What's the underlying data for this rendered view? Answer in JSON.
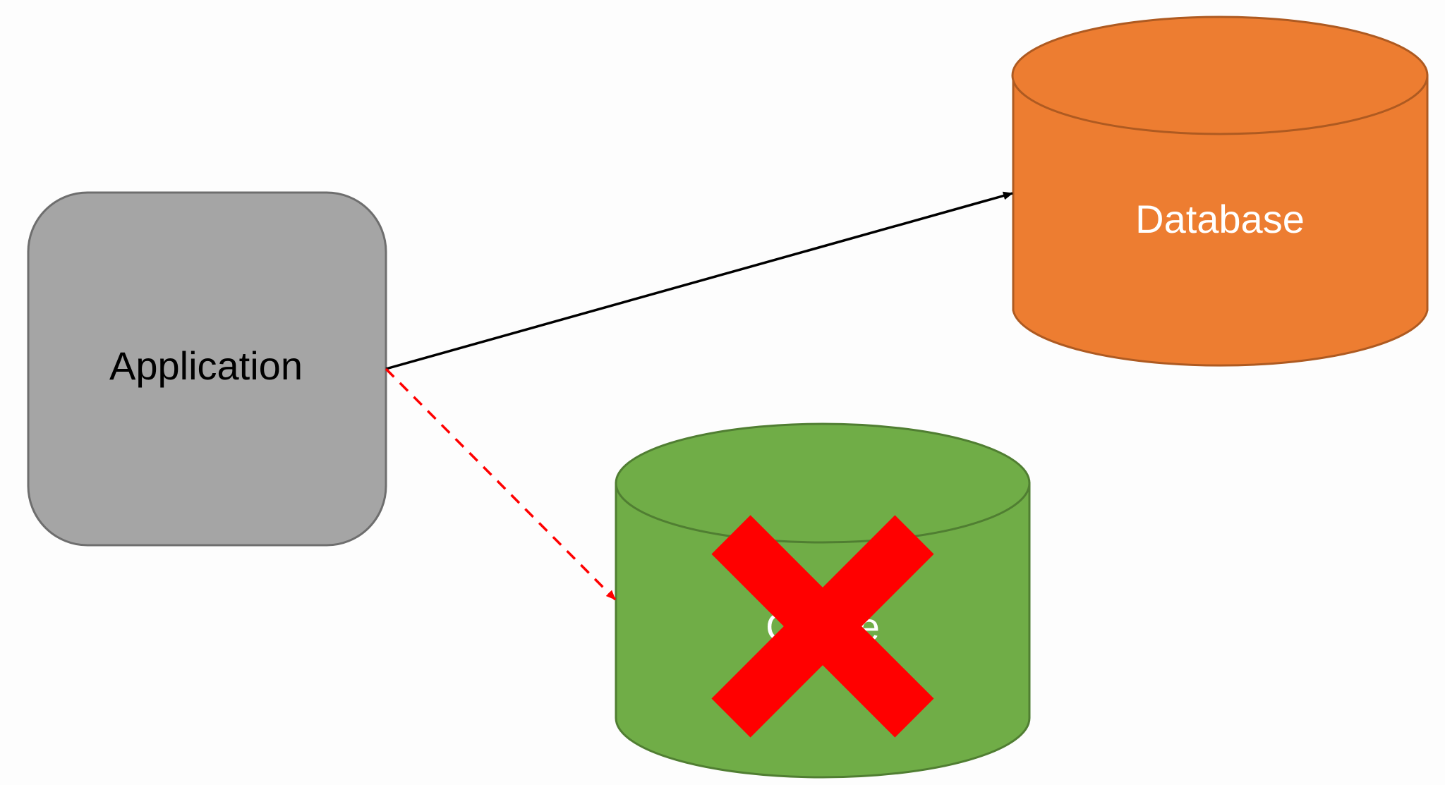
{
  "nodes": {
    "application": {
      "label": "Application",
      "fill": "#a5a5a5",
      "stroke": "#6e6e6e",
      "text_color": "#000000"
    },
    "database": {
      "label": "Database",
      "fill": "#ed7d31",
      "stroke": "#ae5a21",
      "text_color": "#ffffff"
    },
    "cache": {
      "label": "Cache",
      "fill": "#70ad47",
      "stroke": "#507e32",
      "text_color": "#ffffff",
      "status": "unavailable"
    }
  },
  "edges": [
    {
      "from": "application",
      "to": "database",
      "style": "solid",
      "color": "#000000"
    },
    {
      "from": "application",
      "to": "cache",
      "style": "dashed",
      "color": "#ff0000"
    }
  ],
  "cross_mark": {
    "color": "#ff0000",
    "target": "cache",
    "icon": "cross-icon"
  }
}
